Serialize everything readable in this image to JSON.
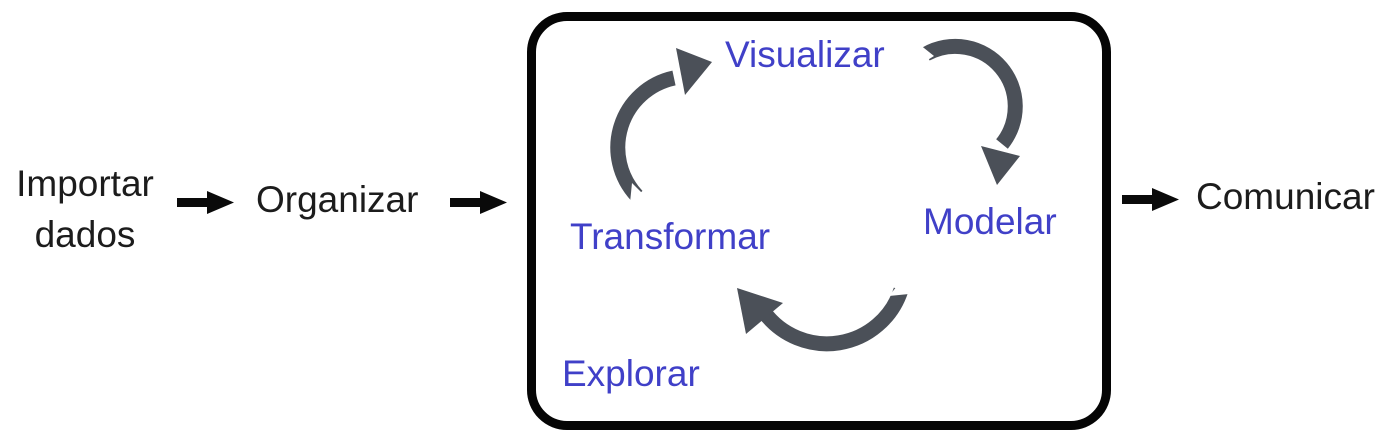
{
  "diagram": {
    "description_sequence": [
      "Importar dados",
      "Organizar",
      "Explorar",
      "Comunicar"
    ],
    "cycle_order": [
      "Visualizar",
      "Modelar",
      "Transformar"
    ]
  },
  "flow": {
    "import_label": "Importar\ndados",
    "tidy_label": "Organizar",
    "communicate_label": "Comunicar"
  },
  "explore_box": {
    "label": "Explorar",
    "steps": {
      "visualize": "Visualizar",
      "model": "Modelar",
      "transform": "Transformar"
    }
  },
  "icons": {
    "flow_arrow": "right-arrow-icon",
    "cycle_arrow": "curved-ribbon-arrow-icon"
  },
  "colors": {
    "label_text": "#1c1c1c",
    "cycle_text": "#4040c8",
    "curved_arrow": "#4b5058",
    "straight_arrow": "#0a0a0a",
    "box_border": "#050505",
    "background": "#ffffff"
  }
}
